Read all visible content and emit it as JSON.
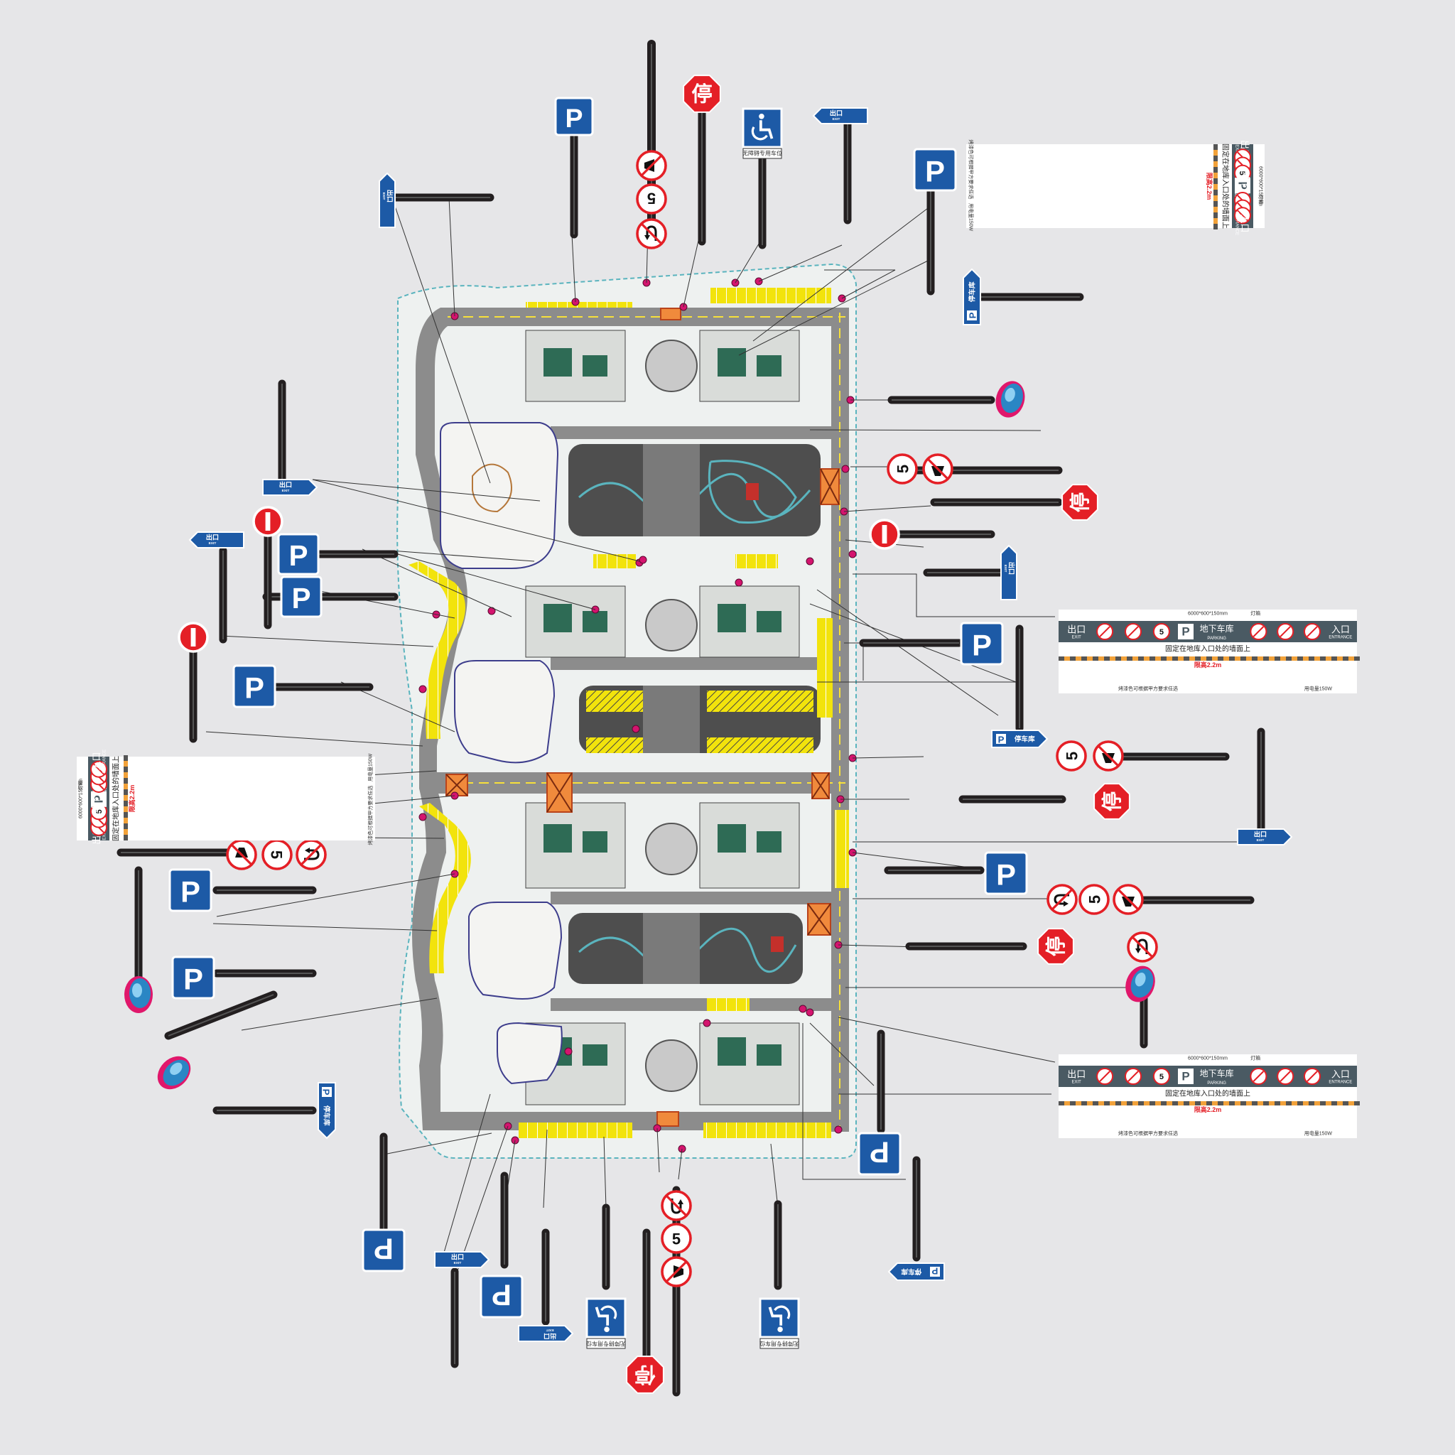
{
  "signs": {
    "parking": "P",
    "stop": "停",
    "speed": "5",
    "exit_cn": "出口",
    "exit_en": "EXIT",
    "entrance_cn": "入口",
    "entrance_en": "ENTRANCE",
    "garage_cn": "地下车库",
    "garage_en": "PARKING",
    "parking_lot_cn": "停车库",
    "accessible_caption": "无障碍专用车位"
  },
  "info_boards": {
    "spec": "6000*600*150mm",
    "lightbox": "灯箱",
    "mount_note": "固定在地库入口处的墙面上",
    "clearance": "限高2.2m",
    "left_note": "烤漆色可根据甲方要求任选",
    "right_note": "用电量150W"
  },
  "colors": {
    "background": "#e6e6e8",
    "sign_blue": "#1d5aa6",
    "stop_red": "#e41f26",
    "pole": "#231f20",
    "road": "#8a8a8a",
    "parking_yellow": "#f2e30c",
    "marker_magenta": "#d4146e",
    "board_gray": "#4a5a63"
  },
  "legend_icons": [
    "parking-icon",
    "stop-sign-icon",
    "speed-limit-icon",
    "no-horn-icon",
    "no-u-turn-icon",
    "no-entry-icon",
    "accessible-icon",
    "exit-arrow-icon",
    "convex-mirror-icon"
  ]
}
